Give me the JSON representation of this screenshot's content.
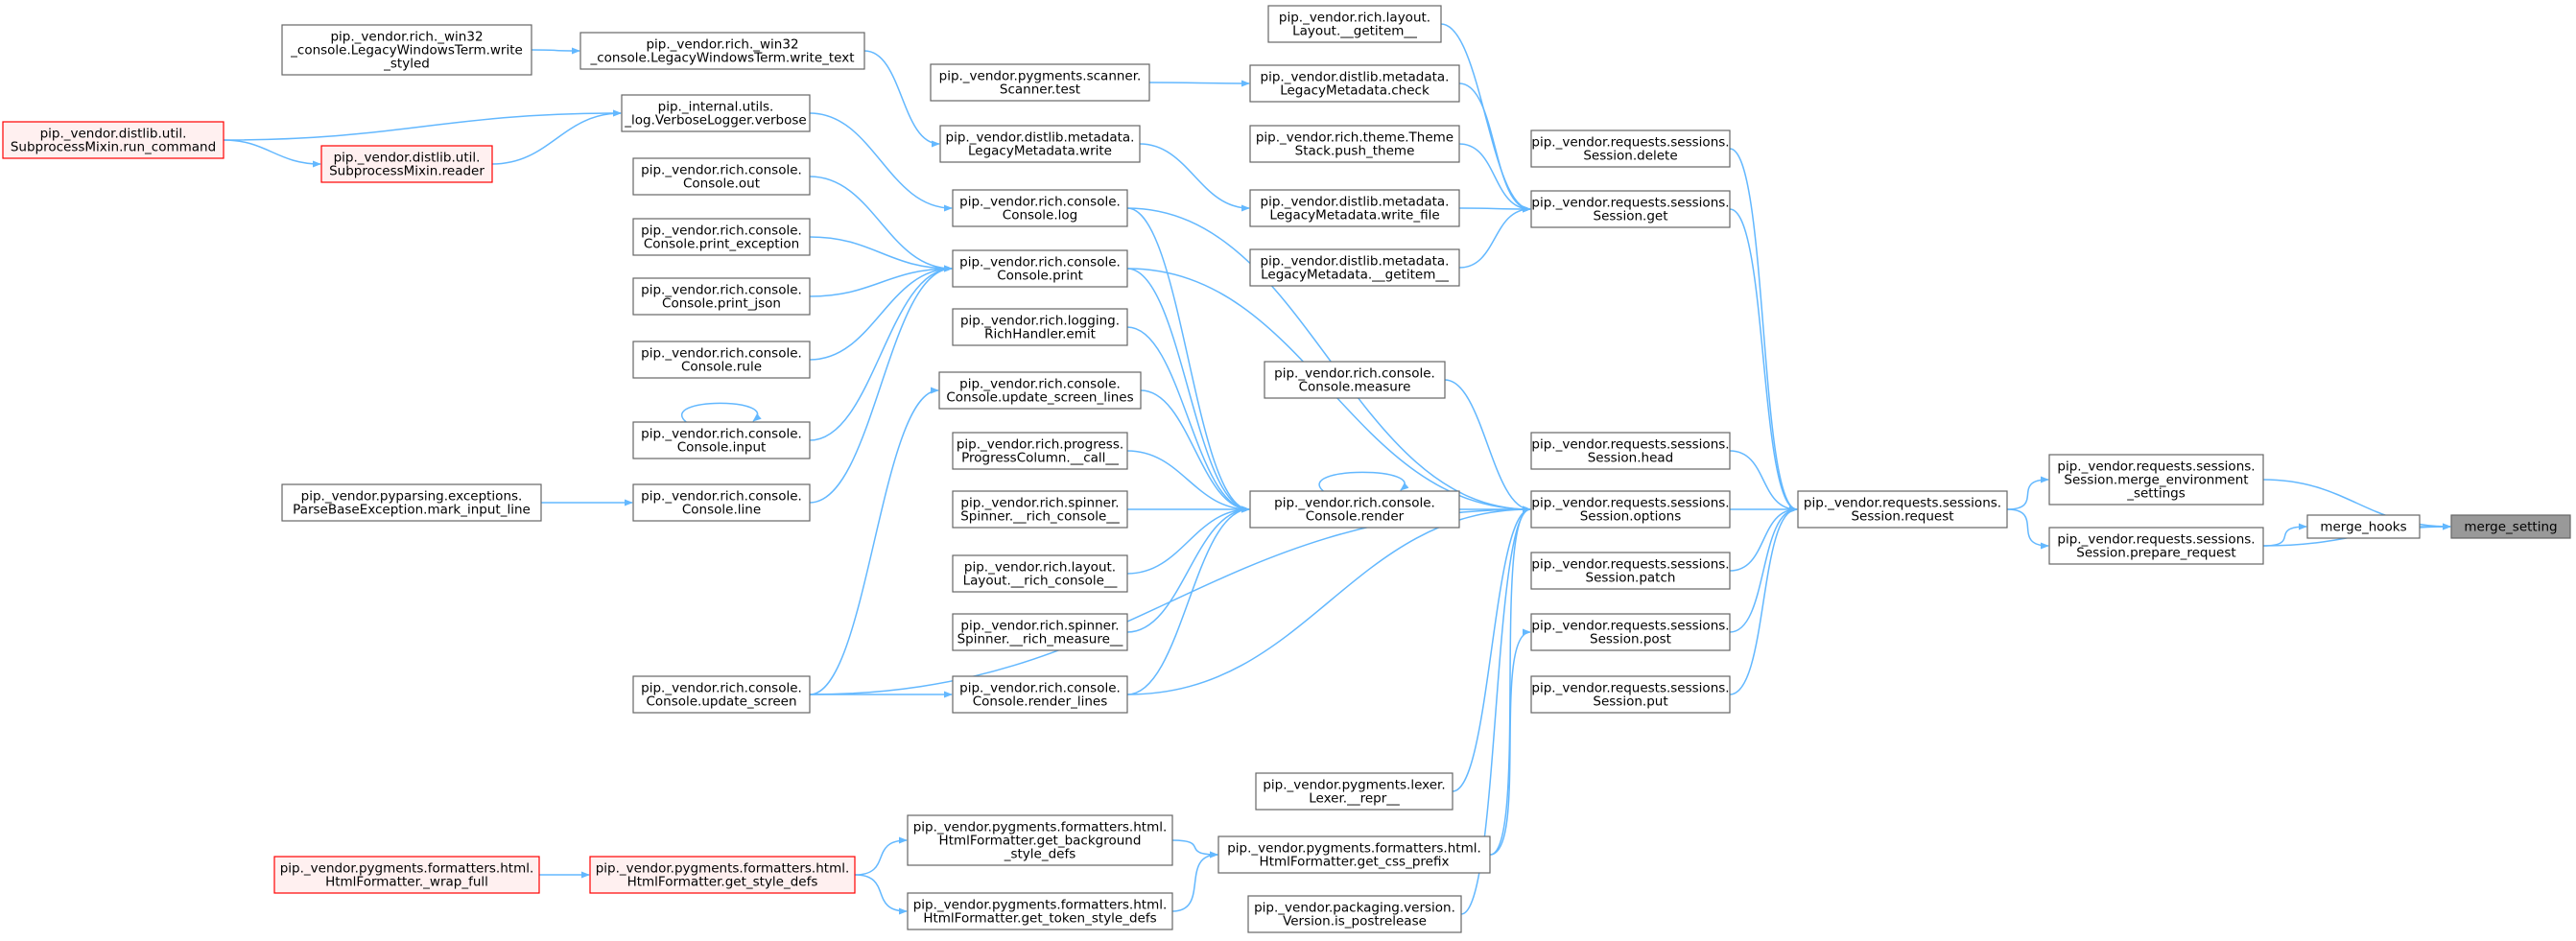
{
  "colors": {
    "edge": "#63b8ff",
    "node_fill": "#ffffff",
    "node_border": "#666666",
    "focus_fill": "#999999",
    "focus_border": "#666666",
    "truncated_fill": "#fff0f0",
    "truncated_border": "#ff0000"
  },
  "nodes": {
    "merge_setting": [
      "merge_setting"
    ],
    "merge_hooks": [
      "merge_hooks"
    ],
    "merge_env": [
      "pip._vendor.requests.sessions.",
      "Session.merge_environment",
      "_settings"
    ],
    "prepare_request": [
      "pip._vendor.requests.sessions.",
      "Session.prepare_request"
    ],
    "request": [
      "pip._vendor.requests.sessions.",
      "Session.request"
    ],
    "delete": [
      "pip._vendor.requests.sessions.",
      "Session.delete"
    ],
    "get": [
      "pip._vendor.requests.sessions.",
      "Session.get"
    ],
    "head": [
      "pip._vendor.requests.sessions.",
      "Session.head"
    ],
    "options": [
      "pip._vendor.requests.sessions.",
      "Session.options"
    ],
    "patch": [
      "pip._vendor.requests.sessions.",
      "Session.patch"
    ],
    "post": [
      "pip._vendor.requests.sessions.",
      "Session.post"
    ],
    "put": [
      "pip._vendor.requests.sessions.",
      "Session.put"
    ],
    "layout_getitem": [
      "pip._vendor.rich.layout.",
      "Layout.__getitem__"
    ],
    "metadata_check": [
      "pip._vendor.distlib.metadata.",
      "LegacyMetadata.check"
    ],
    "theme_push": [
      "pip._vendor.rich.theme.Theme",
      "Stack.push_theme"
    ],
    "metadata_write_file": [
      "pip._vendor.distlib.metadata.",
      "LegacyMetadata.write_file"
    ],
    "metadata_getitem": [
      "pip._vendor.distlib.metadata.",
      "LegacyMetadata.__getitem__"
    ],
    "console_measure": [
      "pip._vendor.rich.console.",
      "Console.measure"
    ],
    "console_render": [
      "pip._vendor.rich.console.",
      "Console.render"
    ],
    "lexer_repr": [
      "pip._vendor.pygments.lexer.",
      "Lexer.__repr__"
    ],
    "css_prefix": [
      "pip._vendor.pygments.formatters.html.",
      "HtmlFormatter.get_css_prefix"
    ],
    "is_postrelease": [
      "pip._vendor.packaging.version.",
      "Version.is_postrelease"
    ],
    "scanner_test": [
      "pip._vendor.pygments.scanner.",
      "Scanner.test"
    ],
    "metadata_write": [
      "pip._vendor.distlib.metadata.",
      "LegacyMetadata.write"
    ],
    "console_log": [
      "pip._vendor.rich.console.",
      "Console.log"
    ],
    "console_print": [
      "pip._vendor.rich.console.",
      "Console.print"
    ],
    "richhandler_emit": [
      "pip._vendor.rich.logging.",
      "RichHandler.emit"
    ],
    "update_screen_lines": [
      "pip._vendor.rich.console.",
      "Console.update_screen_lines"
    ],
    "progress_call": [
      "pip._vendor.rich.progress.",
      "ProgressColumn.__call__"
    ],
    "spinner_console": [
      "pip._vendor.rich.spinner.",
      "Spinner.__rich_console__"
    ],
    "layout_console": [
      "pip._vendor.rich.layout.",
      "Layout.__rich_console__"
    ],
    "spinner_measure": [
      "pip._vendor.rich.spinner.",
      "Spinner.__rich_measure__"
    ],
    "render_lines": [
      "pip._vendor.rich.console.",
      "Console.render_lines"
    ],
    "background_style_defs": [
      "pip._vendor.pygments.formatters.html.",
      "HtmlFormatter.get_background",
      "_style_defs"
    ],
    "token_style_defs": [
      "pip._vendor.pygments.formatters.html.",
      "HtmlFormatter.get_token_style_defs"
    ],
    "write_text": [
      "pip._vendor.rich._win32",
      "_console.LegacyWindowsTerm.write_text"
    ],
    "verbose": [
      "pip._internal.utils.",
      "_log.VerboseLogger.verbose"
    ],
    "console_out": [
      "pip._vendor.rich.console.",
      "Console.out"
    ],
    "print_exception": [
      "pip._vendor.rich.console.",
      "Console.print_exception"
    ],
    "print_json": [
      "pip._vendor.rich.console.",
      "Console.print_json"
    ],
    "console_rule": [
      "pip._vendor.rich.console.",
      "Console.rule"
    ],
    "console_input": [
      "pip._vendor.rich.console.",
      "Console.input"
    ],
    "console_line": [
      "pip._vendor.rich.console.",
      "Console.line"
    ],
    "update_screen": [
      "pip._vendor.rich.console.",
      "Console.update_screen"
    ],
    "get_style_defs": [
      "pip._vendor.pygments.formatters.html.",
      "HtmlFormatter.get_style_defs"
    ],
    "write_styled": [
      "pip._vendor.rich._win32",
      "_console.LegacyWindowsTerm.write",
      "_styled"
    ],
    "subprocess_reader": [
      "pip._vendor.distlib.util.",
      "SubprocessMixin.reader"
    ],
    "parse_mark_input": [
      "pip._vendor.pyparsing.exceptions.",
      "ParseBaseException.mark_input_line"
    ],
    "run_command": [
      "pip._vendor.distlib.util.",
      "SubprocessMixin.run_command"
    ],
    "wrap_full": [
      "pip._vendor.pygments.formatters.html.",
      "HtmlFormatter._wrap_full"
    ]
  }
}
